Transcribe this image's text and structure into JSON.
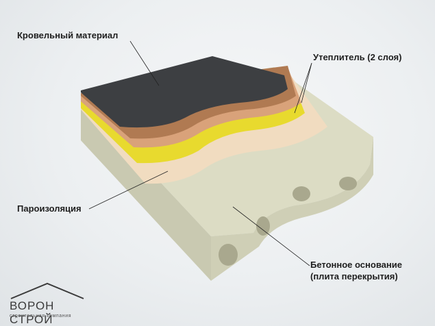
{
  "labels": {
    "roofing": "Кровельный материал",
    "insulation": "Утеплитель (2 слоя)",
    "vapor_barrier": "Пароизоляция",
    "concrete_line1": "Бетонное основание",
    "concrete_line2": "(плита перекрытия)"
  },
  "logo": {
    "name": "ВОРОН СТРОЙ",
    "subtitle": "строительная компания"
  },
  "colors": {
    "roofing": "#3d3f42",
    "insulation_top": "#b07a52",
    "insulation_bottom": "#d9a27a",
    "yellow_layer": "#e8da2e",
    "vapor_barrier": "#f1dcc0",
    "concrete_top": "#dcdcc4",
    "concrete_side": "#c9c9b1"
  }
}
